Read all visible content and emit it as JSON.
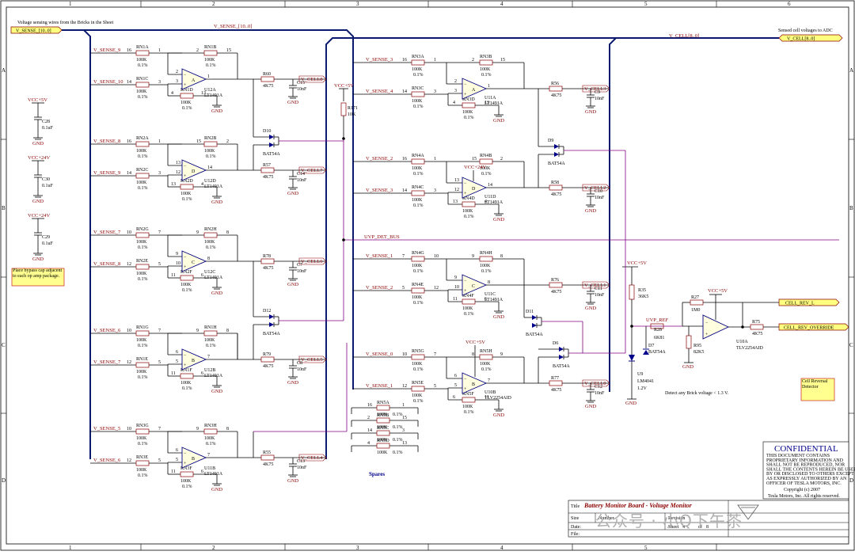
{
  "border": {
    "columns": [
      "1",
      "2",
      "3",
      "4",
      "5",
      "6"
    ],
    "rows": [
      "A",
      "B",
      "C",
      "D"
    ]
  },
  "notes": {
    "top_left": "Voltage sensing wires from the Bricks in the Sheet",
    "top_right": "Sensed cell voltages to ADC",
    "bypass_note": "Place bypass cap adjacent to each op amp package.",
    "cell_reversal": "Cell Reversal Detector",
    "detect": "Detect any Brick voltage < 1.3 V.",
    "spares": "Spares"
  },
  "ports": {
    "v_sense_bus": "V_SENSE_[10..0]",
    "v_cell_bus": "V_CELL[8..0]",
    "cell_rev_l": "CELL_REV_L",
    "cell_rev_override": "CELL_REV_OVERRIDE"
  },
  "nets": {
    "v_sense_bus_label": "V_SENSE_[10..0]",
    "v_cell_bus_label": "V_CELL[8..0]",
    "uvp_det_bus": "UVP_DET_BUS",
    "uvp_ref": "UVP_REF",
    "vcc5": "VCC+5V",
    "vcc24": "VCC+24V",
    "gnd": "GND"
  },
  "inputs_left": [
    {
      "net": "V_SENSE_9",
      "pin": "16",
      "rn": "RN1A",
      "val": "100K",
      "tol": "0.1%",
      "pin2": "1"
    },
    {
      "net": "V_SENSE_10",
      "pin": "14",
      "rn": "RN1C",
      "val": "100K",
      "tol": "0.1%",
      "pin2": "3"
    },
    {
      "net": "V_SENSE_8",
      "pin": "16",
      "rn": "RN2A",
      "val": "100K",
      "tol": "0.1%",
      "pin2": "1"
    },
    {
      "net": "V_SENSE_9",
      "pin": "14",
      "rn": "RN2C",
      "val": "100K",
      "tol": "0.1%",
      "pin2": "3"
    },
    {
      "net": "V_SENSE_7",
      "pin": "10",
      "rn": "RN2G",
      "val": "100K",
      "tol": "0.1%",
      "pin2": "7"
    },
    {
      "net": "V_SENSE_8",
      "pin": "12",
      "rn": "RN2E",
      "val": "100K",
      "tol": "0.1%",
      "pin2": "5"
    },
    {
      "net": "V_SENSE_6",
      "pin": "10",
      "rn": "RN1G",
      "val": "100K",
      "tol": "0.1%",
      "pin2": "7"
    },
    {
      "net": "V_SENSE_7",
      "pin": "12",
      "rn": "RN1E",
      "val": "100K",
      "tol": "0.1%",
      "pin2": "5"
    },
    {
      "net": "V_SENSE_5",
      "pin": "10",
      "rn": "RN3G",
      "val": "100K",
      "tol": "0.1%",
      "pin2": "7"
    },
    {
      "net": "V_SENSE_6",
      "pin": "12",
      "rn": "RN3E",
      "val": "100K",
      "tol": "0.1%",
      "pin2": "5"
    }
  ],
  "inputs_mid": [
    {
      "net": "V_SENSE_3",
      "pin": "16",
      "rn": "RN3A",
      "val": "100K",
      "tol": "0.1%",
      "pin2": "1"
    },
    {
      "net": "V_SENSE_4",
      "pin": "14",
      "rn": "RN3C",
      "val": "100K",
      "tol": "0.1%",
      "pin2": "3"
    },
    {
      "net": "V_SENSE_2",
      "pin": "16",
      "rn": "RN4A",
      "val": "100K",
      "tol": "0.1%",
      "pin2": "1"
    },
    {
      "net": "V_SENSE_3",
      "pin": "14",
      "rn": "RN4C",
      "val": "100K",
      "tol": "0.1%",
      "pin2": "3"
    },
    {
      "net": "V_SENSE_1",
      "pin": "7",
      "rn": "RN4G",
      "val": "100K",
      "tol": "0.1%",
      "pin2": "10"
    },
    {
      "net": "V_SENSE_2",
      "pin": "5",
      "rn": "RN4E",
      "val": "100K",
      "tol": "0.1%",
      "pin2": "12"
    },
    {
      "net": "V_SENSE_0",
      "pin": "10",
      "rn": "RN5G",
      "val": "100K",
      "tol": "0.1%",
      "pin2": "7"
    },
    {
      "net": "V_SENSE_1",
      "pin": "12",
      "rn": "RN5E",
      "val": "100K",
      "tol": "0.1%",
      "pin2": "5"
    }
  ],
  "feedback_left": [
    {
      "rn": "RN1B",
      "val": "100K",
      "tol": "0.1%",
      "p1": "2",
      "p2": "15"
    },
    {
      "rn": "RN1D",
      "val": "100K",
      "tol": "0.1%",
      "p1": "4",
      "p2": "13"
    },
    {
      "rn": "RN2B",
      "val": "100K",
      "tol": "0.1%",
      "p1": "15",
      "p2": "2"
    },
    {
      "rn": "RN2D",
      "val": "100K",
      "tol": "0.1%",
      "p1": "13",
      "p2": "4"
    },
    {
      "rn": "RN2H",
      "val": "100K",
      "tol": "0.1%",
      "p1": "9",
      "p2": "8"
    },
    {
      "rn": "RN2F",
      "val": "100K",
      "tol": "0.1%",
      "p1": "11",
      "p2": "6"
    },
    {
      "rn": "RN1H",
      "val": "100K",
      "tol": "0.1%",
      "p1": "9",
      "p2": "8"
    },
    {
      "rn": "RN1F",
      "val": "100K",
      "tol": "0.1%",
      "p1": "11",
      "p2": "6"
    },
    {
      "rn": "RN3H",
      "val": "100K",
      "tol": "0.1%",
      "p1": "9",
      "p2": "8"
    },
    {
      "rn": "RN3F",
      "val": "100K",
      "tol": "0.1%",
      "p1": "11",
      "p2": "6"
    }
  ],
  "feedback_mid": [
    {
      "rn": "RN3B",
      "val": "100K",
      "tol": "0.1%",
      "p1": "2",
      "p2": "15"
    },
    {
      "rn": "RN3D",
      "val": "100K",
      "tol": "0.1%",
      "p1": "4",
      "p2": "13"
    },
    {
      "rn": "RN4B",
      "val": "100K",
      "tol": "0.1%",
      "p1": "15",
      "p2": "2"
    },
    {
      "rn": "RN4D",
      "val": "100K",
      "tol": "0.1%",
      "p1": "13",
      "p2": "4"
    },
    {
      "rn": "RN4H",
      "val": "100K",
      "tol": "0.1%",
      "p1": "9",
      "p2": "8"
    },
    {
      "rn": "RN4F",
      "val": "100K",
      "tol": "0.1%",
      "p1": "11",
      "p2": "6"
    },
    {
      "rn": "RN5H",
      "val": "100K",
      "tol": "0.1%",
      "p1": "8",
      "p2": "9"
    },
    {
      "rn": "RN5F",
      "val": "100K",
      "tol": "0.1%",
      "p1": "6",
      "p2": "11"
    }
  ],
  "amps_left": [
    {
      "ref": "U12A",
      "part": "LT1491A",
      "unit": "A",
      "pin_p": "3",
      "pin_n": "2",
      "pin_o": "1"
    },
    {
      "ref": "U12D",
      "part": "LT1491A",
      "unit": "D",
      "pin_p": "12",
      "pin_n": "13",
      "pin_o": "14"
    },
    {
      "ref": "U12C",
      "part": "LT1491A",
      "unit": "C",
      "pin_p": "10",
      "pin_n": "9",
      "pin_o": "8"
    },
    {
      "ref": "U12B",
      "part": "LT1491A",
      "unit": "B",
      "pin_p": "5",
      "pin_n": "6",
      "pin_o": "7"
    },
    {
      "ref": "U11B",
      "part": "LT1491A",
      "unit": "B",
      "pin_p": "5",
      "pin_n": "6",
      "pin_o": "7"
    }
  ],
  "amps_mid": [
    {
      "ref": "U11A",
      "part": "LT1491A",
      "unit": "A",
      "pin_p": "3",
      "pin_n": "2",
      "pin_o": "1"
    },
    {
      "ref": "U11D",
      "part": "LT1491A",
      "unit": "D",
      "pin_p": "12",
      "pin_n": "13",
      "pin_o": "14"
    },
    {
      "ref": "U11C",
      "part": "LT1491A",
      "unit": "C",
      "pin_p": "10",
      "pin_n": "9",
      "pin_o": "8"
    },
    {
      "ref": "U10B",
      "part": "TLV2254AID",
      "unit": "B",
      "pin_p": "5",
      "pin_n": "6",
      "pin_o": "7"
    }
  ],
  "outputs_left": [
    {
      "r": "R60",
      "rv": "4K75",
      "c": "C15",
      "cv": "10nF",
      "net": "V_CELL8"
    },
    {
      "r": "R57",
      "rv": "4K75",
      "c": "C14",
      "cv": "10nF",
      "net": "V_CELL7"
    },
    {
      "r": "R78",
      "rv": "4K75",
      "c": "C7",
      "cv": "10nF",
      "net": "V_CELL6"
    },
    {
      "r": "R79",
      "rv": "4K75",
      "c": "C8",
      "cv": "10nF",
      "net": "V_CELL5"
    },
    {
      "r": "R55",
      "rv": "4K75",
      "c": "C13",
      "cv": "10nF",
      "net": "V_CELL4"
    }
  ],
  "outputs_mid": [
    {
      "r": "R56",
      "rv": "4K75",
      "c": "C9",
      "cv": "10nF",
      "net": "V_CELL3"
    },
    {
      "r": "R58",
      "rv": "4K75",
      "c": "C10",
      "cv": "10nF",
      "net": "V_CELL2"
    },
    {
      "r": "R76",
      "rv": "4K75",
      "c": "C11",
      "cv": "10nF",
      "net": "V_CELL1"
    },
    {
      "r": "R77",
      "rv": "4K75",
      "c": "C12",
      "cv": "10nF",
      "net": "V_CELL0"
    }
  ],
  "diodes": [
    {
      "ref": "D10",
      "part": "BAT54A"
    },
    {
      "ref": "D12",
      "part": "BAT54A"
    },
    {
      "ref": "D9",
      "part": "BAT54A"
    },
    {
      "ref": "D11",
      "part": "BAT54A"
    },
    {
      "ref": "D6",
      "part": "BAT54A"
    },
    {
      "ref": "D7",
      "part": "BAT54A"
    }
  ],
  "bypass_caps": [
    {
      "rail": "VCC+5V",
      "ref": "C28",
      "val": "0.1uF"
    },
    {
      "rail": "VCC+24V",
      "ref": "C30",
      "val": "0.1uF"
    },
    {
      "rail": "VCC+24V",
      "ref": "C29",
      "val": "0.1uF"
    }
  ],
  "misc": {
    "r171": "R171",
    "r171v": "10K",
    "r35": "R35",
    "r35v": "36K5",
    "r28": "R28",
    "r28v": "6K81",
    "r27": "R27",
    "r27v": "1M0",
    "r95": "R95",
    "r95v": "82K5",
    "r75": "R75",
    "r75v": "4K75",
    "u9": "U9",
    "u9p": "LM4041",
    "u9v": "1.2V",
    "u10a": "U10A",
    "u10ap": "TLV2254AID"
  },
  "spares": [
    {
      "p1": "16",
      "rn": "RN5A",
      "val": "100K",
      "tol": "0.1%",
      "p2": "1"
    },
    {
      "p1": "2",
      "rn": "RN5B",
      "val": "100K",
      "tol": "0.1%",
      "p2": "15"
    },
    {
      "p1": "14",
      "rn": "RN5C",
      "val": "100K",
      "tol": "0.1%",
      "p2": "3"
    },
    {
      "p1": "4",
      "rn": "RN5D",
      "val": "100K",
      "tol": "0.1%",
      "p2": "13"
    }
  ],
  "confidential": {
    "title": "CONFIDENTIAL",
    "lines": [
      "THIS DOCUMENT CONTAINS",
      "PROPRIETARY INFORMATION AND",
      "SHALL NOT BE REPRODUCED, NOR",
      "SHALL THE CONTENTS HEREIN BE USED",
      "BY OR DISCLOSED TO OTHERS EXCEPT",
      "AS EXPRESSLY AUTHORIZED BY AN",
      "OFFICER OF TESLA MOTORS, INC."
    ],
    "copyright": "Copyright (c) 2007",
    "company": "Tesla Motors, Inc.  All rights reserved."
  },
  "titleblock": {
    "title_label": "Title",
    "title": "Battery Monitor Board - Voltage Monitor",
    "size_label": "Size",
    "number_label": "Number",
    "revision_label": "Revision",
    "date_label": "Date:",
    "file_label": "File:",
    "sheet_label": "Sheet",
    "sheet_num": "4",
    "sheet_of": "of",
    "sheet_total": "8"
  },
  "watermark": "公众号 · 小Q下午茶"
}
